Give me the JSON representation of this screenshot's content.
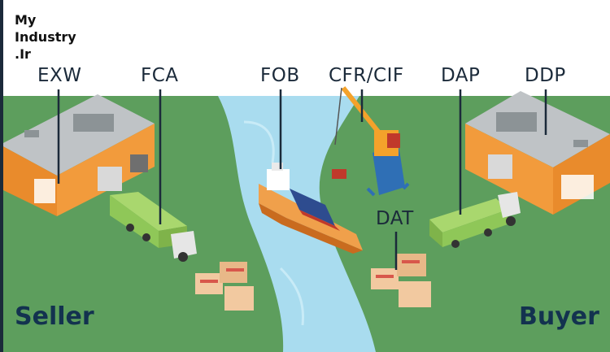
{
  "brand": {
    "line1": "My",
    "line2": "Industry",
    "line3": ".Ir"
  },
  "terms": {
    "exw": "EXW",
    "fca": "FCA",
    "fob": "FOB",
    "cfr_cif": "CFR/CIF",
    "dap": "DAP",
    "ddp": "DDP",
    "dat": "DAT"
  },
  "sides": {
    "seller": "Seller",
    "buyer": "Buyer"
  },
  "colors": {
    "sky": "#ffffff",
    "grass": "#5d9e5d",
    "river": "#a9dcef",
    "warehouse_wall": "#f29b3c",
    "roof": "#bfc3c6",
    "truck_cargo": "#8fc758",
    "ship_hull": "#f0a04b",
    "crane": "#f4a22b",
    "crane_base": "#2f6fb5",
    "text_dark": "#13324f"
  },
  "icons": [
    "warehouse-icon",
    "truck-icon",
    "ship-icon",
    "crane-icon",
    "box-stack-icon"
  ]
}
